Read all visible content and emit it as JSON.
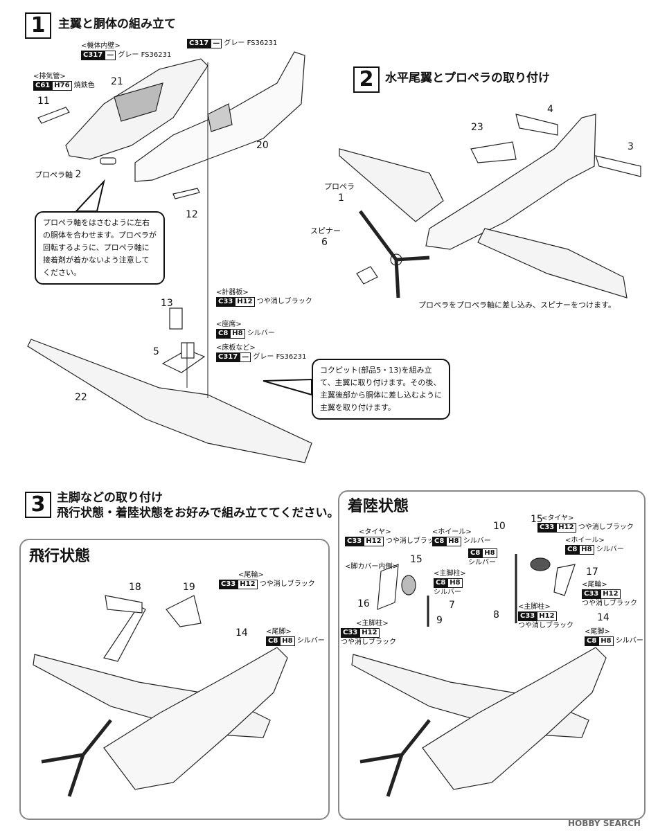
{
  "steps": {
    "s1": {
      "num": "1",
      "title": "主翼と胴体の組み立て"
    },
    "s2": {
      "num": "2",
      "title": "水平尾翼とプロペラの取り付け"
    },
    "s3": {
      "num": "3",
      "title": "主脚などの取り付け",
      "subtitle": "飛行状態・着陸状態をお好みで組み立ててください。"
    }
  },
  "paints": {
    "interior_wall": {
      "label": "<機体内壁>",
      "c": "C317",
      "h": "—",
      "name": "グレー FS36231"
    },
    "fuselage_top": {
      "c": "C317",
      "h": "—",
      "name": "グレー FS36231"
    },
    "exhaust": {
      "label": "<排気管>",
      "c": "C61",
      "h": "H76",
      "name": "焼鉄色"
    },
    "instrument": {
      "label": "<計器板>",
      "c": "C33",
      "h": "H12",
      "name": "つや消しブラック"
    },
    "seat": {
      "label": "<座席>",
      "c": "C8",
      "h": "H8",
      "name": "シルバー"
    },
    "floor": {
      "label": "<床板など>",
      "c": "C317",
      "h": "—",
      "name": "グレー FS36231"
    },
    "f_tailwheel": {
      "label": "<尾輪>",
      "c": "C33",
      "h": "H12",
      "name": "つや消しブラック"
    },
    "f_tailleg": {
      "label": "<尾脚>",
      "c": "C8",
      "h": "H8",
      "name": "シルバー"
    },
    "l_tire_a": {
      "label": "<タイヤ>",
      "c": "C33",
      "h": "H12",
      "name": "つや消しブラック"
    },
    "l_wheel_a": {
      "label": "<ホイール>",
      "c": "C8",
      "h": "H8",
      "name": "シルバー"
    },
    "l_cover": {
      "label": "<脚カバー内側>",
      "c": "C8",
      "h": "H8",
      "name": "シルバー"
    },
    "l_strut_a": {
      "label": "<主脚柱>",
      "c": "C8",
      "h": "H8",
      "name": "シルバー"
    },
    "l_strut_b": {
      "label": "<主脚柱>",
      "c": "C33",
      "h": "H12",
      "name": "つや消しブラック"
    },
    "l_tire_b": {
      "label": "<タイヤ>",
      "c": "C33",
      "h": "H12",
      "name": "つや消しブラック"
    },
    "l_wheel_b": {
      "label": "<ホイール>",
      "c": "C8",
      "h": "H8",
      "name": "シルバー"
    },
    "l_strut_c": {
      "label": "<主脚柱>",
      "c": "C33",
      "h": "H12",
      "name": "つや消しブラック"
    },
    "l_tailwheel": {
      "label": "<尾輪>",
      "c": "C33",
      "h": "H12",
      "name": "つや消しブラック"
    },
    "l_tailleg": {
      "label": "<尾脚>",
      "c": "C8",
      "h": "H8",
      "name": "シルバー"
    }
  },
  "labels": {
    "prop_shaft": "プロペラ軸",
    "propeller": "プロペラ",
    "spinner": "スピナー"
  },
  "parts": [
    "21",
    "11",
    "2",
    "20",
    "12",
    "13",
    "5",
    "22",
    "4",
    "23",
    "3",
    "1",
    "6",
    "18",
    "19",
    "14",
    "15",
    "10",
    "16",
    "17",
    "7",
    "8",
    "9"
  ],
  "bubbles": {
    "b1": "プロペラ軸をはさむように左右の胴体を合わせます。プロペラが回転するように、プロペラ軸に接着剤が着かないよう注意してください。",
    "b2": "コクピット(部品5・13)を組み立て、主翼に取り付けます。その後、主翼後部から胴体に差し込むように主翼を取り付けます。"
  },
  "notes": {
    "s2_note": "プロペラをプロペラ軸に差し込み、スピナーをつけます。"
  },
  "panels": {
    "flight": "飛行状態",
    "landing": "着陸状態"
  },
  "watermark": "HOBBY SEARCH"
}
